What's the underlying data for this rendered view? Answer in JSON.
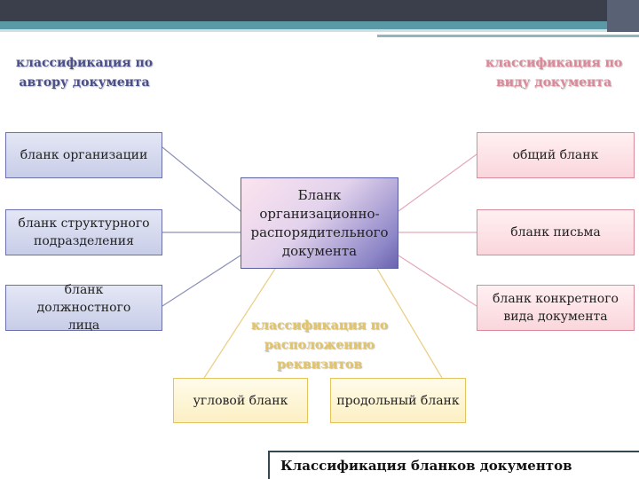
{
  "headings": {
    "author": "классификация по автору документа",
    "type": "классификация по виду документа",
    "position": "классификация по расположению реквизитов"
  },
  "center": {
    "label": "Бланк организационно-распорядительного документа"
  },
  "left_boxes": [
    {
      "label": "бланк организации"
    },
    {
      "label": "бланк структурного подразделения"
    },
    {
      "label": "бланк должностного лица"
    }
  ],
  "right_boxes": [
    {
      "label": "общий бланк"
    },
    {
      "label": "бланк письма"
    },
    {
      "label": "бланк конкретного вида документа"
    }
  ],
  "bottom_boxes": [
    {
      "label": "угловой бланк"
    },
    {
      "label": "продольный бланк"
    }
  ],
  "caption": "Классификация бланков документов",
  "colors": {
    "author_accent": "#4a4f8a",
    "type_accent": "#d98a99",
    "position_accent": "#e2c46a",
    "header_bar": "#3b3f4c",
    "header_stripe": "#5a9aa6"
  }
}
